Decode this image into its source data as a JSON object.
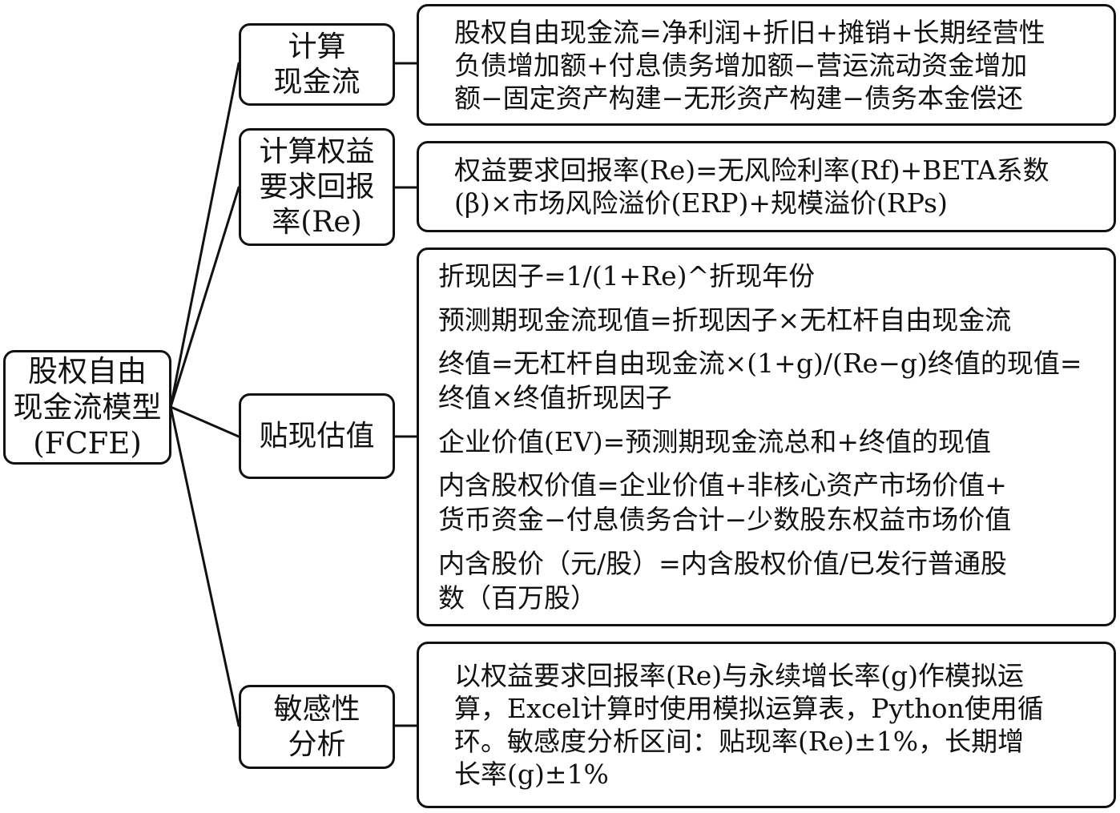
{
  "root": {
    "label": "股权自由\n现金流模型\n(FCFE)"
  },
  "branches": [
    {
      "label": "计算\n现金流",
      "detail": [
        "股权自由现金流=净利润+折旧+摊销+长期经营性\n负债增加额+付息债务增加额−营运流动资金增加\n额−固定资产构建−无形资产构建−债务本金偿还"
      ]
    },
    {
      "label": "计算权益\n要求回报\n率(Re)",
      "detail": [
        "权益要求回报率(Re)=无风险利率(Rf)+BETA系数\n(β)×市场风险溢价(ERP)+规模溢价(RPs)"
      ]
    },
    {
      "label": "贴现估值",
      "detail": [
        "折现因子=1/(1+Re)^折现年份",
        "预测期现金流现值=折现因子×无杠杆自由现金流",
        "终值=无杠杆自由现金流×(1+g)/(Re−g)终值的现值=\n终值×终值折现因子",
        "企业价值(EV)=预测期现金流总和+终值的现值",
        "内含股权价值=企业价值+非核心资产市场价值+\n货币资金−付息债务合计−少数股东权益市场价值",
        "内含股价（元/股）=内含股权价值/已发行普通股\n数（百万股）"
      ]
    },
    {
      "label": "敏感性\n分析",
      "detail": [
        "以权益要求回报率(Re)与永续增长率(g)作模拟运\n算，Excel计算时使用模拟运算表，Python使用循\n环。敏感度分析区间：贴现率(Re)±1%，长期增\n长率(g)±1%"
      ]
    }
  ]
}
